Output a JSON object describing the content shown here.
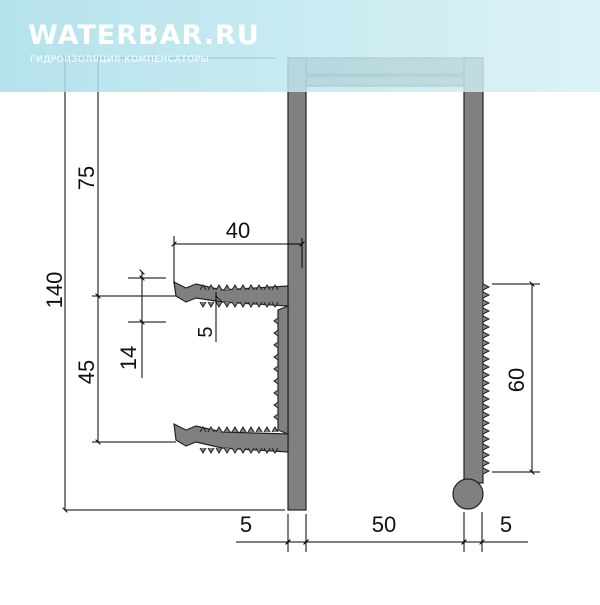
{
  "brand": {
    "name": "WATERBAR.RU",
    "tagline": "ГИДРОИЗОЛЯЦИЯ КОМПЕНСАТОРЫ"
  },
  "colors": {
    "profile_fill": "#808080",
    "profile_stroke": "#222222",
    "dimension_line": "#000000",
    "banner": "#b7e3ec"
  },
  "dimensions": {
    "total_height": "140",
    "upper_height": "75",
    "lower_height": "45",
    "anchor_pitch": "14",
    "anchor_length": "40",
    "rib_height": "5",
    "ribbed_zone": "60",
    "left_wall": "5",
    "inner_width": "50",
    "right_wall": "5"
  }
}
